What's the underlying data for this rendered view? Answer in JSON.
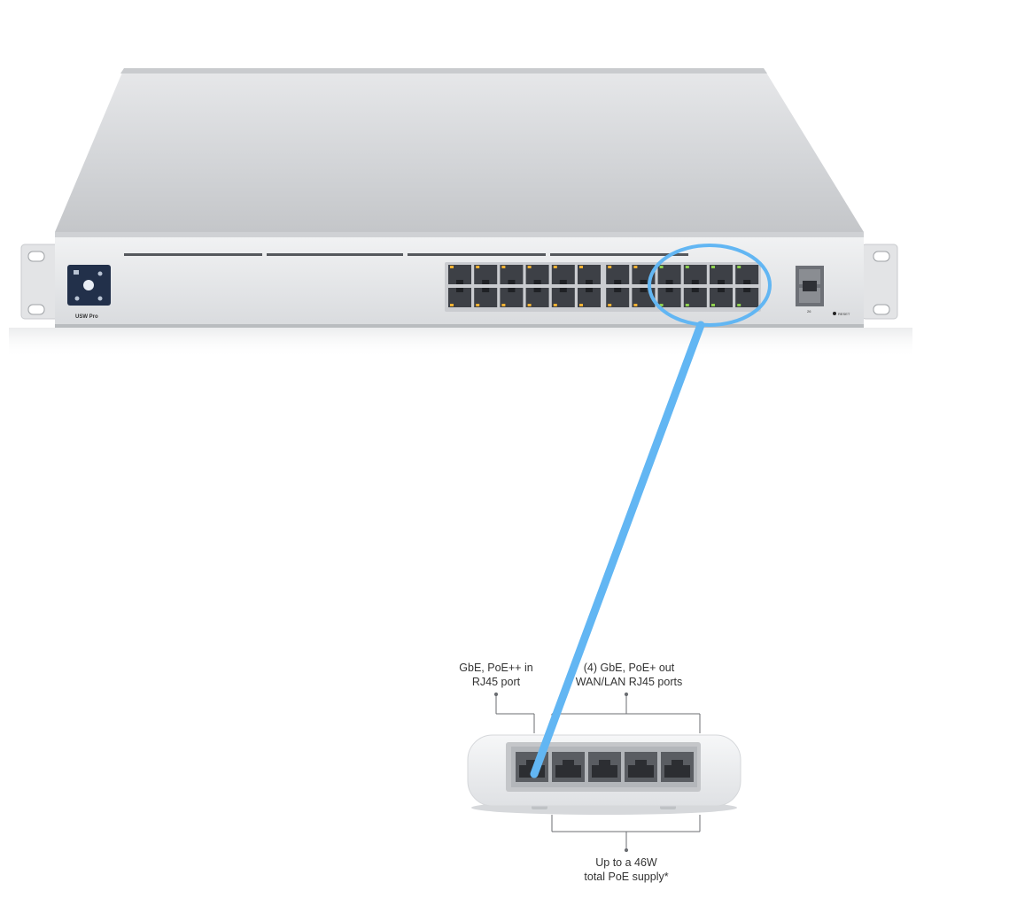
{
  "big_switch": {
    "model_badge": "USW Pro",
    "reset_label": "RESET",
    "sfp_label": "26"
  },
  "flex_switch": {
    "callout_in": {
      "line1": "GbE, PoE++ in",
      "line2": "RJ45 port"
    },
    "callout_out": {
      "line1": "(4) GbE, PoE+ out",
      "line2": "WAN/LAN RJ45 ports"
    },
    "callout_supply": {
      "line1": "Up to a 46W",
      "line2": "total PoE supply*"
    }
  },
  "colors": {
    "highlight": "#62b6f3",
    "chassis": "#dcdee1",
    "port_dark": "#3d4046",
    "led_green": "#8fd14f",
    "led_amber": "#f2b233"
  }
}
